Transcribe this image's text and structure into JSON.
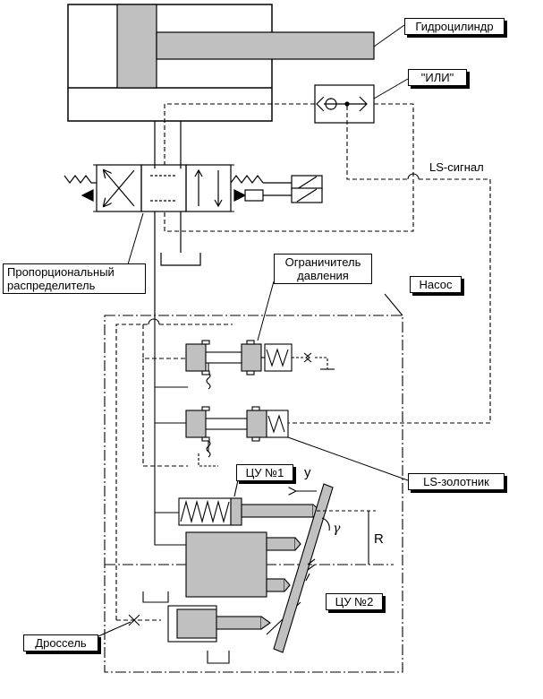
{
  "labels": {
    "cylinder": "Гидроцилиндр",
    "or": "\"ИЛИ\"",
    "ls_signal": "LS-сигнал",
    "valve_line1": "Пропорциональный",
    "valve_line2": "распределитель",
    "limiter_line1": "Ограничитель",
    "limiter_line2": "давления",
    "pump": "Насос",
    "ls_spool": "LS-золотник",
    "cu1": "ЦУ №1",
    "cu2": "ЦУ №2",
    "throttle": "Дроссель",
    "y": "y",
    "r": "R",
    "gamma": "γ"
  },
  "colors": {
    "line": "#000000",
    "fill": "#c0c0c0",
    "background": "#ffffff"
  }
}
